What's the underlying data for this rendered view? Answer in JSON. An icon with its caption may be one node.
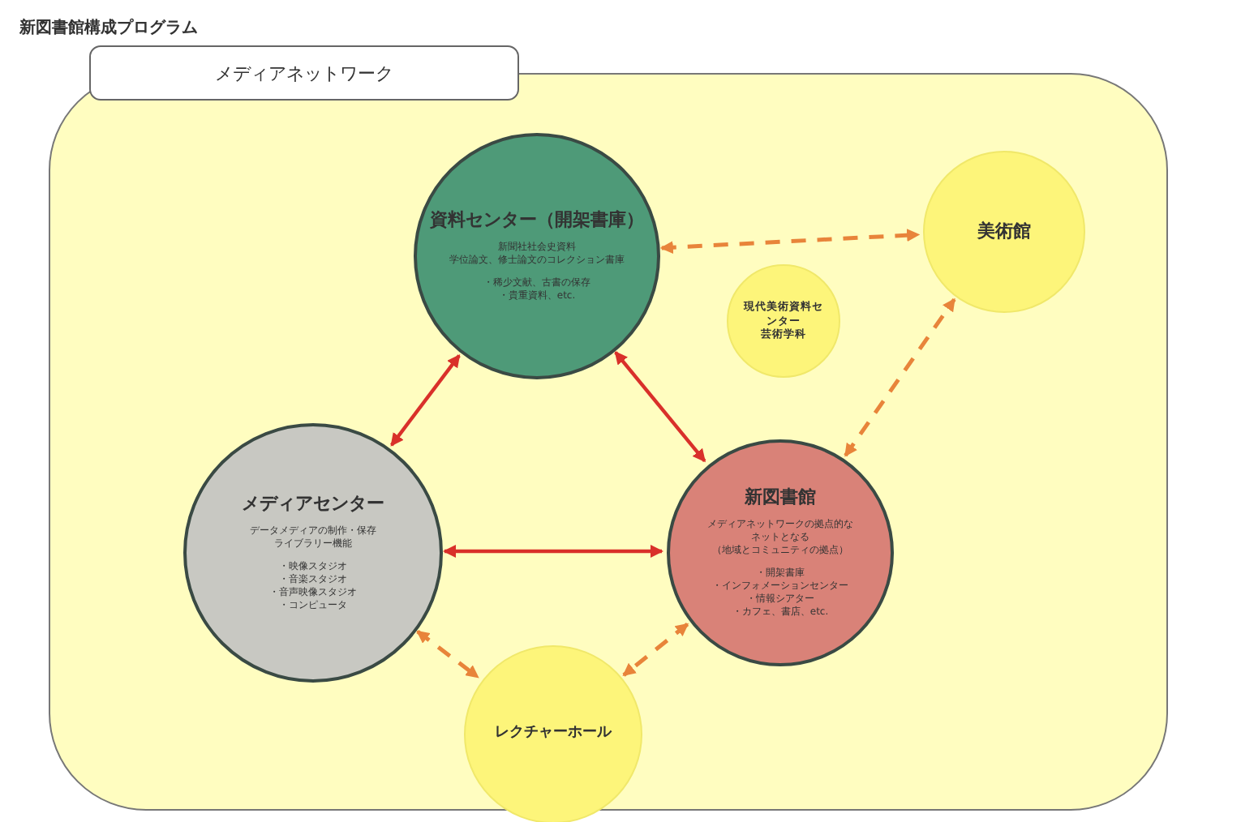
{
  "diagram": {
    "title": "新図書館構成プログラム",
    "nodes": [
      {
        "text": [
          "メディアネットワーク"
        ]
      },
      {
        "text": [],
        "shape": "box"
      },
      {
        "text": [
          "資料センター（開架書庫）",
          "新聞社社会史資料",
          "学位論文、修士論文のコレクション書庫",
          "・稀少文献、古書の保存",
          "・貴重資料、etc."
        ],
        "in": 1
      },
      {
        "text": [
          "美術館"
        ],
        "in": 1
      },
      {
        "text": [
          "現代美術資料センター",
          "芸術学科"
        ],
        "in": 1
      },
      {
        "text": [
          "メディアセンター",
          "データメディアの制作・保存",
          "ライブラリー機能",
          "・映像スタジオ",
          "・音楽スタジオ",
          "・音声映像スタジオ",
          "・コンピュータ"
        ],
        "in": 1
      },
      {
        "text": [
          "新図書館",
          "メディアネットワークの拠点的な",
          "ネットとなる",
          "（地域とコミュニティの拠点）",
          "・開架書庫",
          "・インフォメーションセンター",
          "・情報シアター",
          "・カフェ、書店、etc."
        ],
        "in": 1
      },
      {
        "text": [
          "レクチャーホール"
        ],
        "in": 1
      }
    ],
    "edges": [
      {
        "from": 2,
        "to": 5,
        "arrow": "both"
      },
      {
        "from": 2,
        "to": 6,
        "arrow": "both"
      },
      {
        "from": 5,
        "to": 6,
        "arrow": "both"
      },
      {
        "from": 2,
        "to": 3,
        "arrow": "both",
        "style": "dashed",
        "color": "#e8843a"
      },
      {
        "from": 6,
        "to": 3,
        "arrow": "both",
        "style": "dashed",
        "color": "#e8843a"
      },
      {
        "from": 5,
        "to": 7,
        "arrow": "both",
        "style": "dashed",
        "color": "#e8843a"
      },
      {
        "from": 6,
        "to": 7,
        "arrow": "both",
        "style": "dashed",
        "color": "#e8843a"
      }
    ]
  }
}
